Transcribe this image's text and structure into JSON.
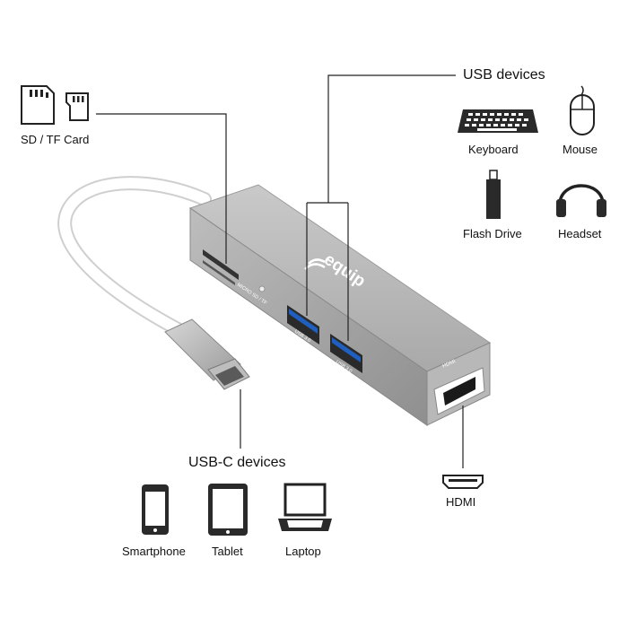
{
  "groups": {
    "sd_card": "SD / TF Card",
    "usb": "USB devices",
    "usbc": "USB-C devices",
    "hdmi": "HDMI"
  },
  "devices": {
    "keyboard": "Keyboard",
    "mouse": "Mouse",
    "flash_drive": "Flash Drive",
    "headset": "Headset",
    "smartphone": "Smartphone",
    "tablet": "Tablet",
    "laptop": "Laptop"
  },
  "hub": {
    "brand": "equip",
    "card_slot": "MICRO SD / TF",
    "usb_port_label": "USB 3.0",
    "hdmi_port_label": "HDMI"
  }
}
